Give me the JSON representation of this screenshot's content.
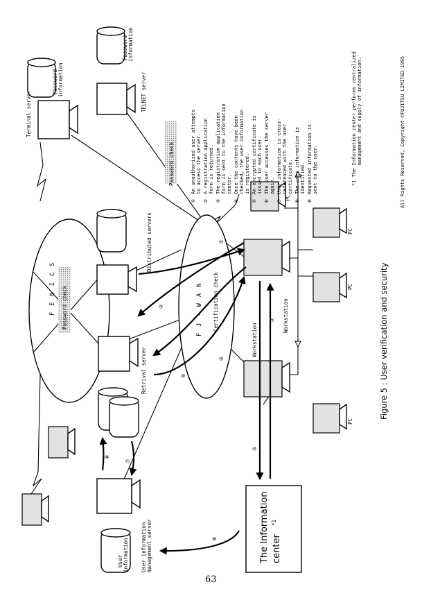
{
  "diagram": {
    "caption": "Figure 5 : User verification and security",
    "copyright": "All Rights Reserved, Copyright ©FUJITSU LIMITED 1995",
    "nodes": {
      "terminal_server": "Terminal server",
      "password_info_top": [
        "Password",
        "information"
      ],
      "password_info_telnet": [
        "Password",
        "information"
      ],
      "telnet_server": "TELNET server",
      "distributed_servers": "Distributed servers",
      "retrieval_server": "Retrival server",
      "workstation_upper": "Workstation",
      "workstation_lower": "Workstation",
      "pc_labels": [
        "PC",
        "PC",
        "PC",
        "PC"
      ],
      "user_info_db": [
        "User",
        "information"
      ],
      "user_info_mgmt": [
        "User information",
        "management server"
      ],
      "info_center": [
        "The Information",
        "center"
      ],
      "info_center_mark": "*1"
    },
    "networks": {
      "fenics": "F E N I C S",
      "fenics_check": "Password check",
      "fjwan": "F J - W A N",
      "fjwan_check": "Certification check",
      "password_check_telnet": "Password check"
    },
    "step_markers": [
      "①",
      "②",
      "③",
      "④",
      "⑤",
      "⑥",
      "⑦",
      "⑧",
      "⑨"
    ],
    "legend": [
      [
        "①",
        "An unauthorized user attempts",
        "to access the server."
      ],
      [
        "②",
        "A registration application",
        "form is returned."
      ],
      [
        "③",
        "The registration application",
        "form is sent to the information",
        "center."
      ],
      [
        "④",
        "Once the contents have been",
        "checked, the user information",
        "is registered."
      ],
      [
        "⑤",
        "An encrypted certificate is",
        "issued to each user."
      ],
      [
        "⑥",
        "The user accesses the server",
        "again."
      ],
      [
        "⑦",
        "User information is cross-",
        "referenced with the user",
        "certificate."
      ],
      [
        "⑧",
        "The user information is",
        "identified."
      ],
      [
        "⑨",
        "Requested information is",
        "sent to the user."
      ]
    ],
    "footnote": [
      "*1   The Information center performs centralized",
      "management and supply of information."
    ]
  },
  "page_number": "63"
}
